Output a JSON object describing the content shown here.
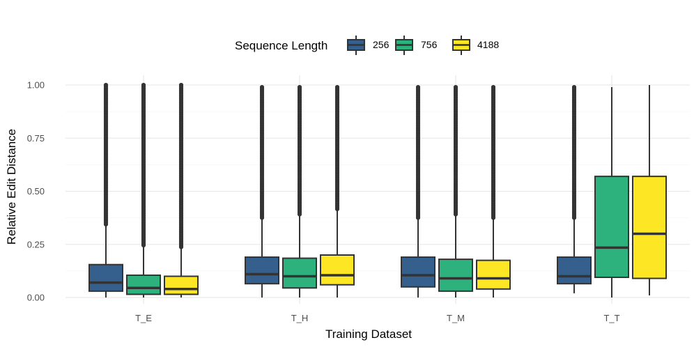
{
  "chart_data": {
    "type": "box",
    "xlabel": "Training Dataset",
    "ylabel": "Relative Edit Distance",
    "ylim": [
      -0.02,
      1.04
    ],
    "yticks": [
      0.0,
      0.25,
      0.5,
      0.75,
      1.0
    ],
    "ytick_labels": [
      "0.00",
      "0.25",
      "0.50",
      "0.75",
      "1.00"
    ],
    "categories": [
      "T_E",
      "T_H",
      "T_M",
      "T_T"
    ],
    "grid": true,
    "legend": {
      "title": "Sequence Length",
      "position": "top",
      "entries": [
        "256",
        "756",
        "4188"
      ]
    },
    "series": [
      {
        "name": "256",
        "color": "#355f8d",
        "boxes": [
          {
            "whisker_low": 0.0,
            "q1": 0.03,
            "median": 0.07,
            "q3": 0.155,
            "whisker_high": 0.34,
            "outliers_from": 0.34,
            "outliers_to": 1.0
          },
          {
            "whisker_low": 0.0,
            "q1": 0.065,
            "median": 0.11,
            "q3": 0.19,
            "whisker_high": 0.37,
            "outliers_from": 0.37,
            "outliers_to": 0.99
          },
          {
            "whisker_low": 0.0,
            "q1": 0.05,
            "median": 0.105,
            "q3": 0.19,
            "whisker_high": 0.37,
            "outliers_from": 0.37,
            "outliers_to": 0.99
          },
          {
            "whisker_low": 0.02,
            "q1": 0.065,
            "median": 0.1,
            "q3": 0.19,
            "whisker_high": 0.37,
            "outliers_from": 0.37,
            "outliers_to": 0.99
          }
        ]
      },
      {
        "name": "756",
        "color": "#2db27d",
        "boxes": [
          {
            "whisker_low": 0.0,
            "q1": 0.015,
            "median": 0.045,
            "q3": 0.105,
            "whisker_high": 0.24,
            "outliers_from": 0.24,
            "outliers_to": 1.0
          },
          {
            "whisker_low": 0.0,
            "q1": 0.045,
            "median": 0.1,
            "q3": 0.185,
            "whisker_high": 0.39,
            "outliers_from": 0.39,
            "outliers_to": 0.99
          },
          {
            "whisker_low": 0.0,
            "q1": 0.03,
            "median": 0.09,
            "q3": 0.18,
            "whisker_high": 0.39,
            "outliers_from": 0.39,
            "outliers_to": 0.99
          },
          {
            "whisker_low": 0.0,
            "q1": 0.095,
            "median": 0.235,
            "q3": 0.57,
            "whisker_high": 0.99,
            "outliers_from": null,
            "outliers_to": null
          }
        ]
      },
      {
        "name": "4188",
        "color": "#fde725",
        "boxes": [
          {
            "whisker_low": 0.0,
            "q1": 0.015,
            "median": 0.04,
            "q3": 0.1,
            "whisker_high": 0.23,
            "outliers_from": 0.23,
            "outliers_to": 1.0
          },
          {
            "whisker_low": 0.0,
            "q1": 0.06,
            "median": 0.105,
            "q3": 0.2,
            "whisker_high": 0.41,
            "outliers_from": 0.41,
            "outliers_to": 0.99
          },
          {
            "whisker_low": 0.0,
            "q1": 0.04,
            "median": 0.09,
            "q3": 0.175,
            "whisker_high": 0.37,
            "outliers_from": 0.37,
            "outliers_to": 0.99
          },
          {
            "whisker_low": 0.01,
            "q1": 0.09,
            "median": 0.3,
            "q3": 0.57,
            "whisker_high": 1.0,
            "outliers_from": null,
            "outliers_to": null
          }
        ]
      }
    ]
  }
}
